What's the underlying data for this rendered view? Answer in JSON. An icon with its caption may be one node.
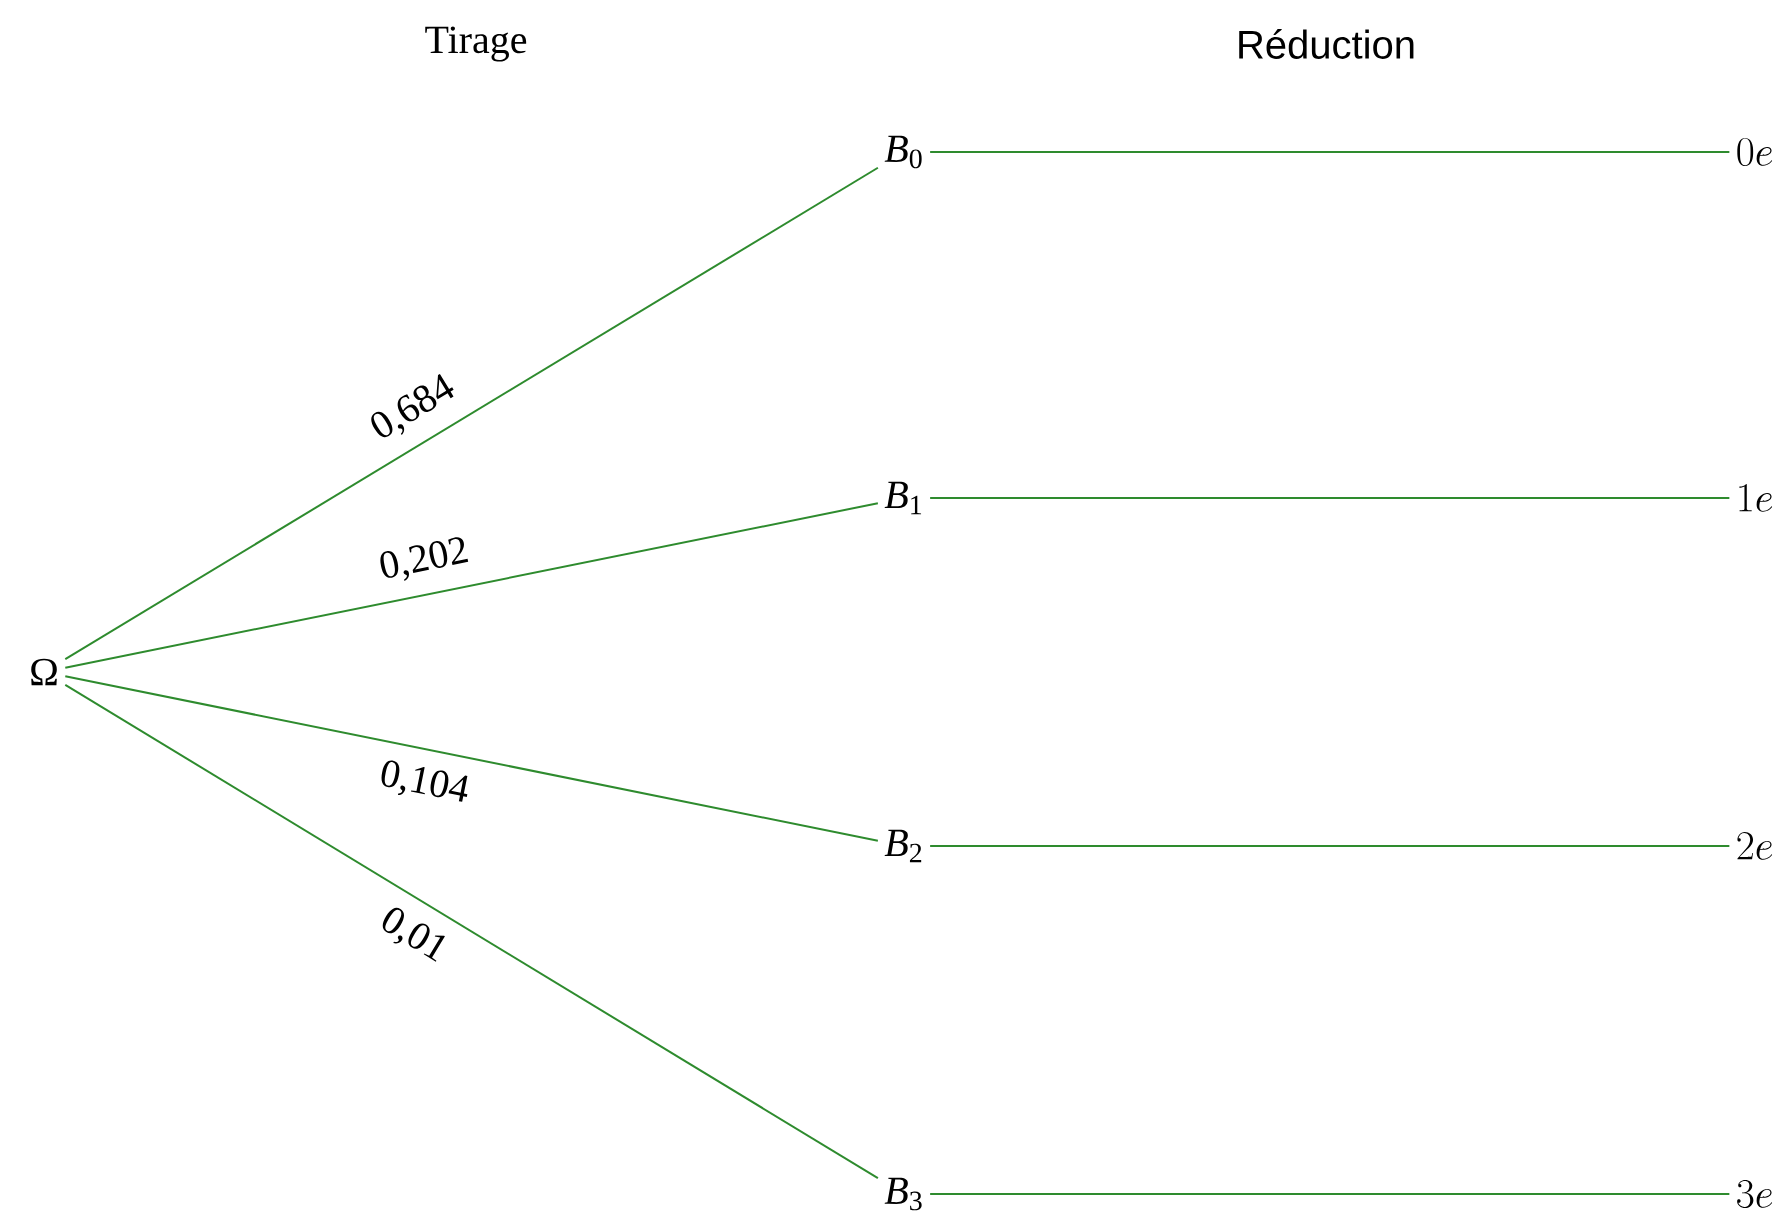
{
  "diagram": {
    "nodes": [
      {
        "text": [
          "Ω"
        ]
      },
      {
        "text": [
          "*B*$_{0}$"
        ]
      },
      {
        "text": [
          "*B*$_{1}$"
        ]
      },
      {
        "text": [
          "*B*$_{2}$"
        ]
      },
      {
        "text": [
          "*B*$_{3}$"
        ]
      },
      {
        "text": [
          "0e"
        ]
      },
      {
        "text": [
          "1e"
        ]
      },
      {
        "text": [
          "2e"
        ]
      },
      {
        "text": [
          "3e"
        ]
      }
    ],
    "edges": [
      {
        "from": 0,
        "to": 1,
        "arrow": "none",
        "label": "0,684"
      },
      {
        "from": 0,
        "to": 2,
        "arrow": "none",
        "label": "0,202"
      },
      {
        "from": 0,
        "to": 3,
        "arrow": "none",
        "label": "0,104"
      },
      {
        "from": 0,
        "to": 4,
        "arrow": "none",
        "label": "0,01"
      },
      {
        "from": 1,
        "to": 5,
        "arrow": "none"
      },
      {
        "from": 2,
        "to": 6,
        "arrow": "none"
      },
      {
        "from": 3,
        "to": 7,
        "arrow": "none"
      },
      {
        "from": 4,
        "to": 8,
        "arrow": "none"
      }
    ],
    "labels": [
      "Tirage",
      "Réduction"
    ]
  }
}
